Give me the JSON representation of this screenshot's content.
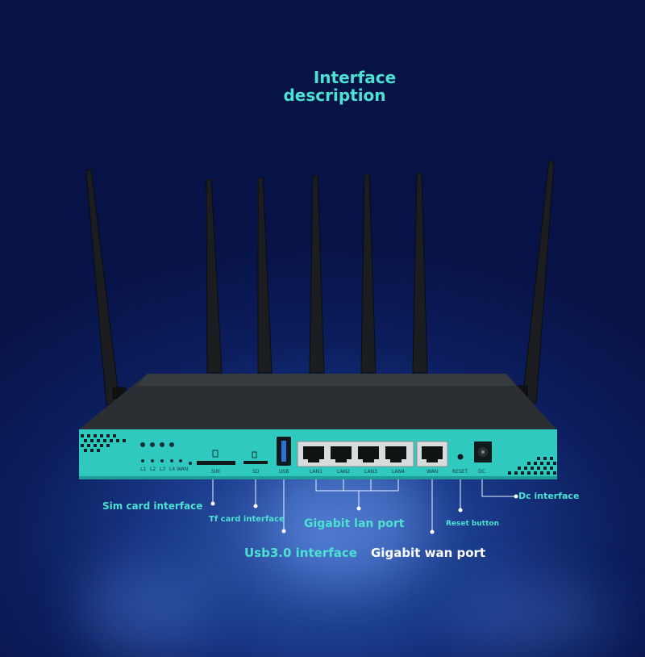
{
  "title": {
    "line1": "Interface",
    "line2": "description"
  },
  "callouts": {
    "sim": "Sim card interface",
    "tf": "Tf card interface",
    "usb": "Usb3.0 interface",
    "lan": "Gigabit lan port",
    "wan": "Gigabit wan port",
    "reset": "Reset button",
    "dc": "Dc interface"
  },
  "panel_labels": {
    "sim": "SIM",
    "sd": "SD",
    "usb": "USB",
    "lan1": "LAN1",
    "lan2": "LAN2",
    "lan3": "LAN3",
    "lan4": "LAN4",
    "wan": "WAN",
    "reset": "RESET",
    "dc": "DC",
    "leds": [
      "L1",
      "L2",
      "L3",
      "L4",
      "WAN"
    ]
  },
  "colors": {
    "accent": "#4de1d2",
    "panel": "#2fc9c0",
    "body": "#2b2f33",
    "background": "#0c1e5e"
  }
}
